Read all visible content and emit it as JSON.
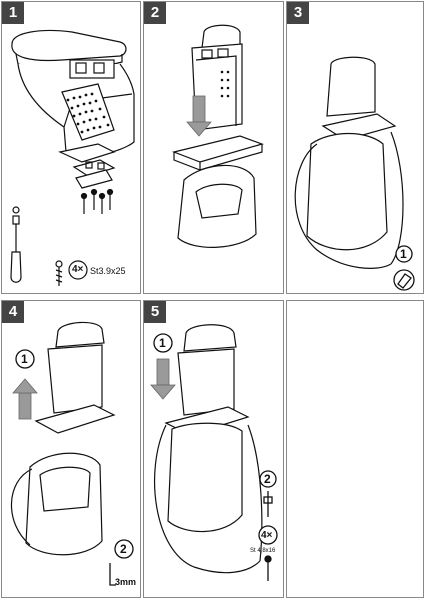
{
  "panels": [
    {
      "number": "1",
      "items": {
        "qty": "4×",
        "screw_spec": "St3.9x25"
      }
    },
    {
      "number": "2"
    },
    {
      "number": "3",
      "items": {
        "step": "1"
      }
    },
    {
      "number": "4",
      "items": {
        "step1": "1",
        "step2": "2",
        "gap": "3mm"
      }
    },
    {
      "number": "5",
      "items": {
        "step1": "1",
        "step2": "2",
        "qty": "4×",
        "screw_spec": "St 4,8x16"
      }
    }
  ],
  "colors": {
    "badge": "#444444",
    "ink": "#111111",
    "panel_border": "#888888",
    "arrow_gray": "#9a9a9a"
  }
}
